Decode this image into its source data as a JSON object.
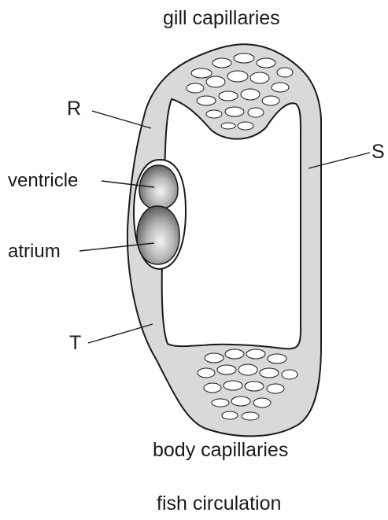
{
  "labels": {
    "gill_capillaries": "gill capillaries",
    "body_capillaries": "body capillaries",
    "caption": "fish circulation",
    "R": "R",
    "S": "S",
    "T": "T",
    "ventricle": "ventricle",
    "atrium": "atrium"
  },
  "colors": {
    "vessel_fill": "#d9d9d9",
    "outline": "#1a1a1a",
    "lumen": "#ffffff",
    "heart_dark": "#4a4a4a",
    "heart_light": "#f2f2f2"
  }
}
